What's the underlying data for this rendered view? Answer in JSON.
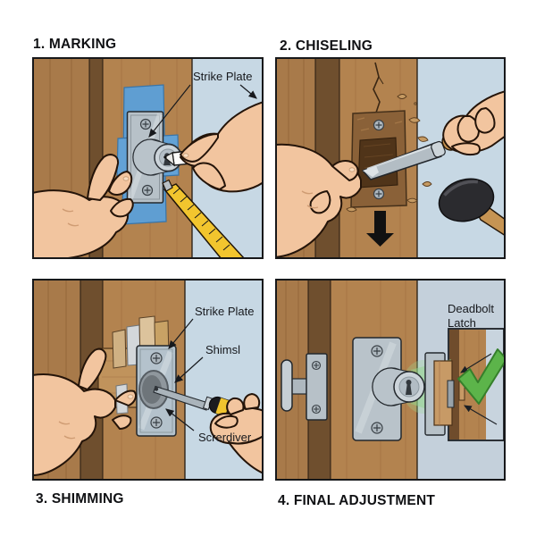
{
  "figure_type": "instructional-diagram-4-steps",
  "panels": [
    {
      "title": "1. MARKING",
      "labels": {
        "strike_plate": "Strike Plate"
      }
    },
    {
      "title": "2. CHISELING",
      "labels": {}
    },
    {
      "title": "3. SHIMMING",
      "labels": {
        "strike_plate": "Strike Plate",
        "shims": "Shimsl",
        "screwdriver": "Screrdiver"
      }
    },
    {
      "title": "4. FINAL ADJUSTMENT",
      "labels": {
        "deadbolt_line1": "Deadbolt",
        "deadbolt_line2": "Latch"
      }
    }
  ],
  "icons": [
    {
      "name": "checkmark-icon",
      "meaning": "correct final alignment",
      "color": "#5cb44a"
    },
    {
      "name": "down-arrow-icon",
      "meaning": "chisel downward direction",
      "color": "#111111"
    },
    {
      "name": "screw-icon",
      "meaning": "phillips screw head"
    },
    {
      "name": "arrow-pointer",
      "meaning": "callout leader line"
    }
  ],
  "colors": {
    "background": "#ffffff",
    "panel_sky_blue": "#c7d8e4",
    "door_brown": "#b3834f",
    "door_frame_brown": "#a87a4a",
    "door_dark_strip": "#6f4f2e",
    "metal_gray": "#b7c1c8",
    "tape_blue": "#5f9ed2",
    "tape_measure_yellow": "#f2c52e",
    "skin_tone": "#f2c59f",
    "mallet_black": "#2b2b2f",
    "wood_handle": "#c79350",
    "check_green": "#5cb44a",
    "glow_green": "#90d489",
    "outline_dark": "#17191d"
  }
}
